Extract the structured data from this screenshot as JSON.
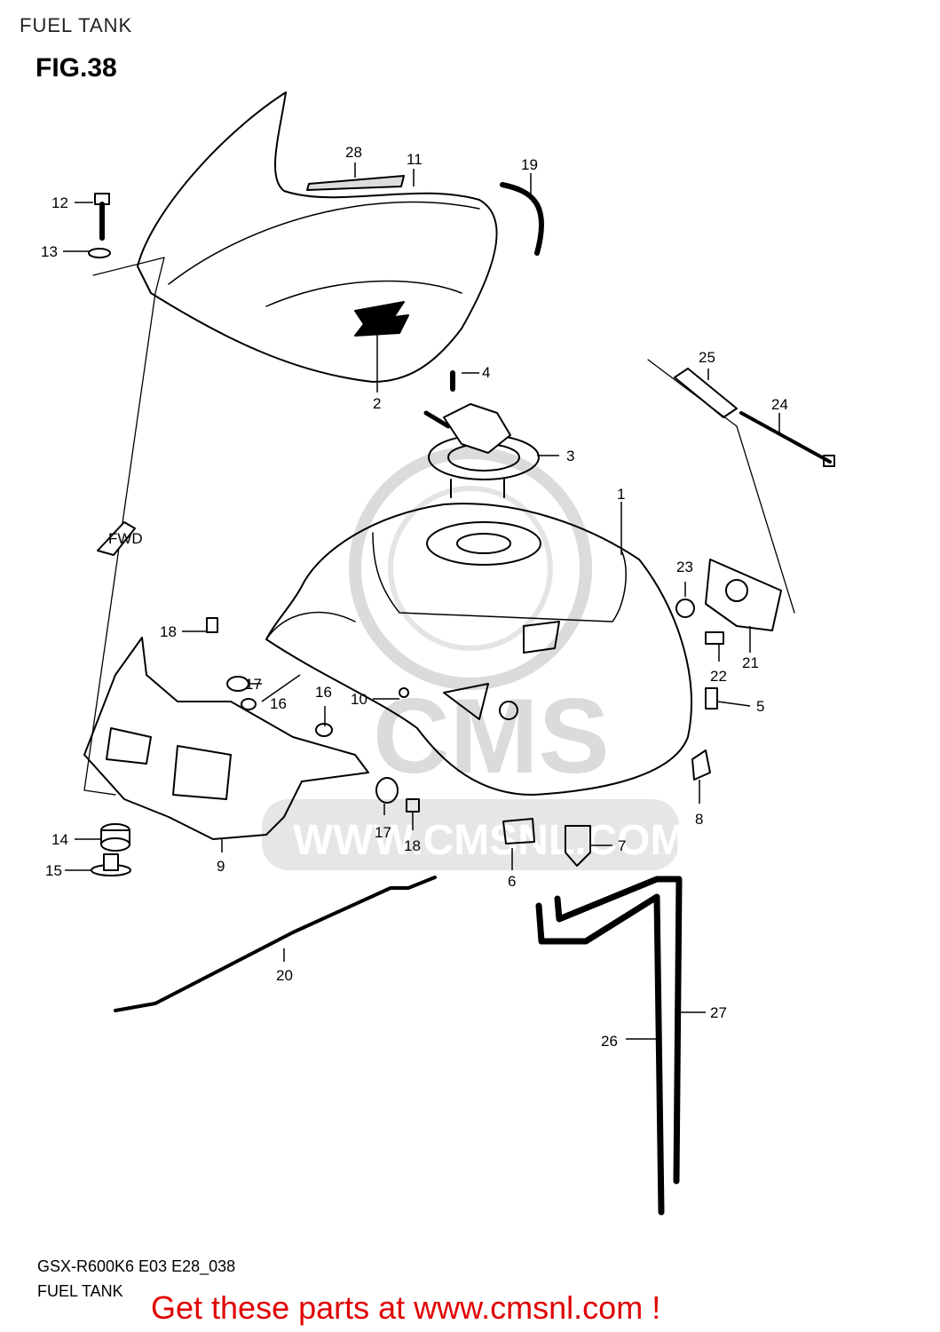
{
  "header": {
    "title": "FUEL TANK"
  },
  "figure": {
    "label": "FIG.38"
  },
  "watermark": {
    "brand": "CMS",
    "url": "WWW.CMSNL.COM",
    "color": "#d8d8d8"
  },
  "fwd_arrow": {
    "label": "FWD"
  },
  "parts": [
    {
      "num": "1"
    },
    {
      "num": "2"
    },
    {
      "num": "3"
    },
    {
      "num": "4"
    },
    {
      "num": "5"
    },
    {
      "num": "6"
    },
    {
      "num": "7"
    },
    {
      "num": "8"
    },
    {
      "num": "9"
    },
    {
      "num": "10"
    },
    {
      "num": "11"
    },
    {
      "num": "12"
    },
    {
      "num": "13"
    },
    {
      "num": "14"
    },
    {
      "num": "15"
    },
    {
      "num": "16"
    },
    {
      "num": "16"
    },
    {
      "num": "17"
    },
    {
      "num": "17"
    },
    {
      "num": "18"
    },
    {
      "num": "18"
    },
    {
      "num": "19"
    },
    {
      "num": "20"
    },
    {
      "num": "21"
    },
    {
      "num": "22"
    },
    {
      "num": "23"
    },
    {
      "num": "24"
    },
    {
      "num": "25"
    },
    {
      "num": "26"
    },
    {
      "num": "27"
    },
    {
      "num": "28"
    }
  ],
  "footer": {
    "model_code": "GSX-R600K6 E03 E28_038",
    "section": "FUEL TANK",
    "cta": "Get these parts at www.cmsnl.com !",
    "cta_color": "#e00000"
  }
}
